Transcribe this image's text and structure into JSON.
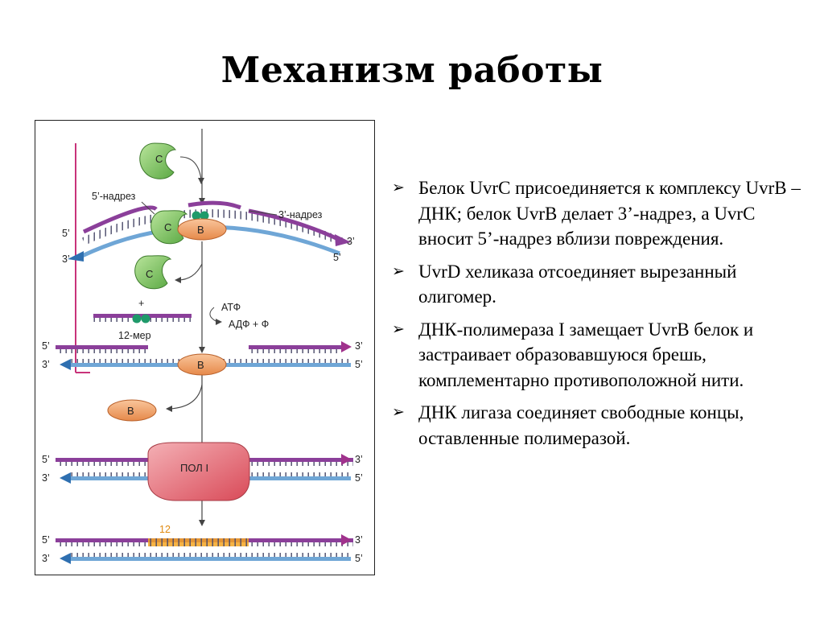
{
  "slide": {
    "title": "Механизм работы",
    "bullet_marker": "➢",
    "bullets": [
      "Белок UvrC присоединяется к комплексу UvrB – ДНК; белок UvrB делает 3’-надрез, а UvrC вносит 5’-надрез вблизи повреждения.",
      "UvrD хеликаза отсоединяет вырезанный олигомер.",
      "ДНК-полимераза I замещает UvrB белок и застраивает образовавшуюся брешь, комплементарно противоположной нити.",
      "ДНК лигаза соединяет свободные концы, оставленные полимеразой."
    ]
  },
  "figure": {
    "labels": {
      "nick5": "5’-надрез",
      "nick3": "3’-надрез",
      "end5": "5’",
      "end3": "3’",
      "protein_c": "C",
      "protein_b": "B",
      "plus": "+",
      "mer12": "12-мер",
      "atp": "АТФ",
      "adp": "АДФ + Ф",
      "pol": "ПОЛ I",
      "twelve": "12"
    },
    "colors": {
      "purple_strand": "#8b3f9a",
      "blue_strand": "#6fa6d6",
      "arrow_magenta": "#a0328c",
      "arrow_blue": "#2e6fb0",
      "protein_c": "#8fcf6f",
      "protein_b": "#f3a36b",
      "pol": "#e8707a",
      "repair_patch": "#f5a623",
      "lesion": "#1f9a6a",
      "bracket": "#c8337a"
    }
  }
}
